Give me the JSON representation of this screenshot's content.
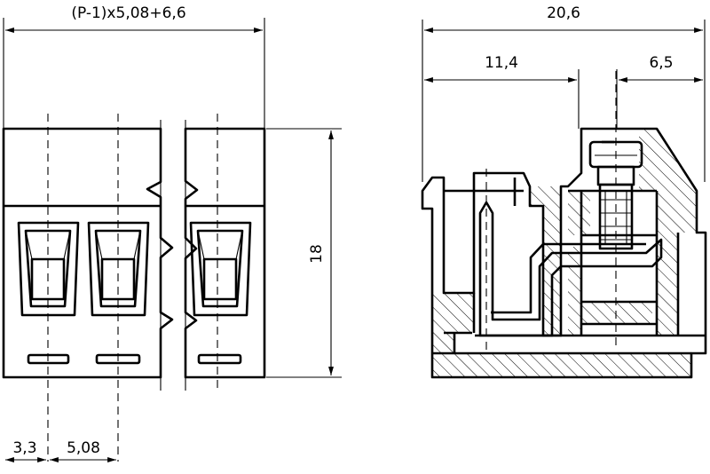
{
  "drawing": {
    "front_view": {
      "dim_total_width": "(P-1)x5,08+6,6",
      "dim_edge_offset": "3,3",
      "dim_pitch": "5,08",
      "dim_height": "18"
    },
    "side_view": {
      "dim_total_depth": "20,6",
      "dim_left_part": "11,4",
      "dim_right_part": "6,5"
    }
  }
}
